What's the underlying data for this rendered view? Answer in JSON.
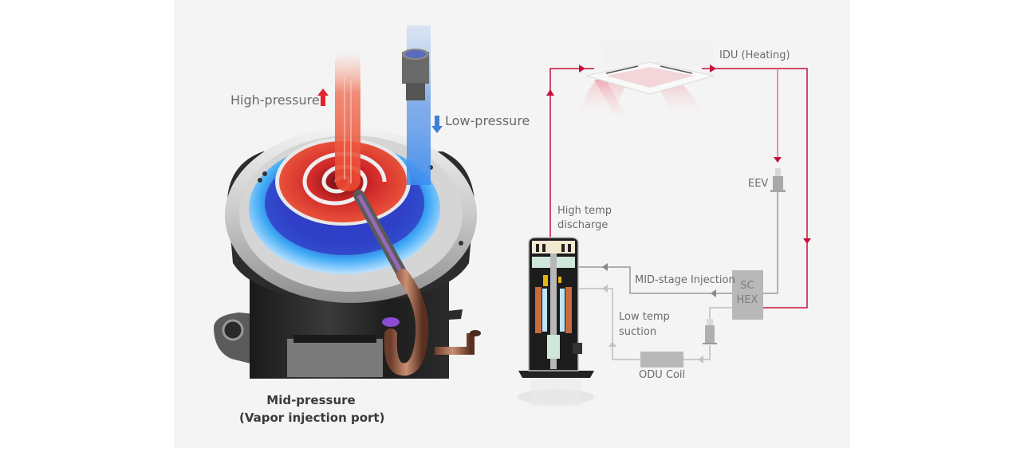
{
  "left_illustration": {
    "subject": "scroll compressor cutaway with vapor injection",
    "labels": {
      "high_pressure": "High-pressure",
      "low_pressure": "Low-pressure",
      "caption_line1": "Mid-pressure",
      "caption_line2": "(Vapor injection port)"
    },
    "icons": {
      "high_pressure_arrow": "arrow-up-icon",
      "low_pressure_arrow": "arrow-down-icon"
    },
    "colors": {
      "high_pressure": "#e0232e",
      "low_pressure": "#3f7fd6",
      "mid_pressure": "#9a4fd0"
    }
  },
  "cycle_diagram": {
    "labels": {
      "idu": "IDU (Heating)",
      "eev": "EEV",
      "high_temp_discharge_1": "High temp",
      "high_temp_discharge_2": "discharge",
      "mid_stage_injection": "MID-stage Injection",
      "sc_hex_1": "SC",
      "sc_hex_2": "HEX",
      "low_temp_suction_1": "Low temp",
      "low_temp_suction_2": "suction",
      "odu_coil": "ODU Coil"
    },
    "colors": {
      "hot_line": "#c8103d",
      "cool_line": "#9a9a9a",
      "component_box": "#b8b8b8",
      "background": "#f4f4f4"
    }
  }
}
